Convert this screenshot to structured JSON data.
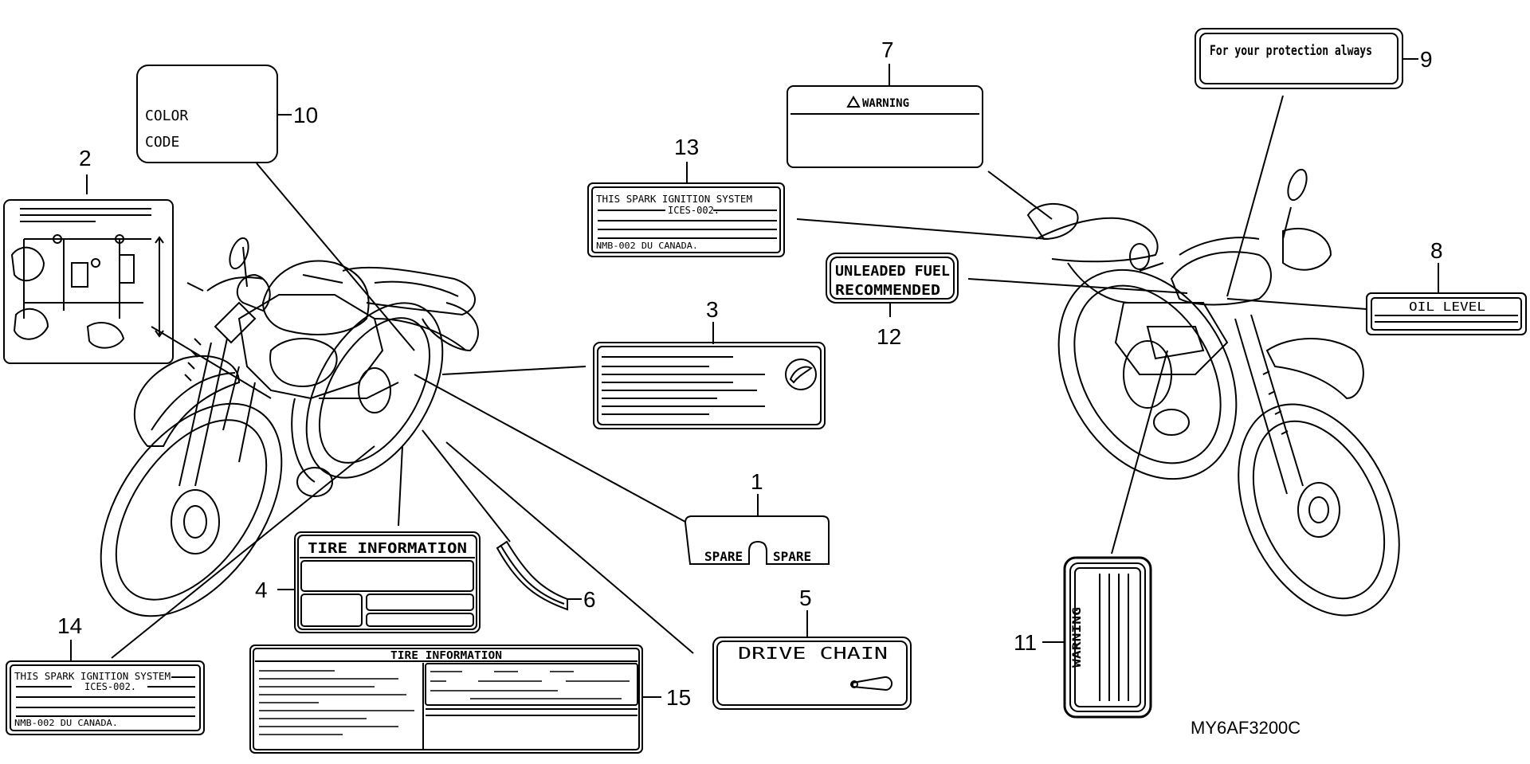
{
  "diagram_code": "MY6AF3200C",
  "callouts": {
    "n1": "1",
    "n2": "2",
    "n3": "3",
    "n4": "4",
    "n5": "5",
    "n6": "6",
    "n7": "7",
    "n8": "8",
    "n9": "9",
    "n10": "10",
    "n11": "11",
    "n12": "12",
    "n13": "13",
    "n14": "14",
    "n15": "15"
  },
  "labels": {
    "color_code_line1": "COLOR",
    "color_code_line2": "CODE",
    "warning_header": "WARNING",
    "protection": "For your protection always",
    "spark_line1": "THIS SPARK IGNITION SYSTEM",
    "spark_line2": "ICES-002.",
    "spark_line3": "NMB-002 DU CANADA.",
    "unleaded_line1": "UNLEADED FUEL",
    "unleaded_line2": "RECOMMENDED",
    "oil_level": "OIL LEVEL",
    "spare_left": "SPARE",
    "spare_right": "SPARE",
    "tire_info": "TIRE INFORMATION",
    "tire_info_wide": "TIRE INFORMATION",
    "drive_chain": "DRIVE CHAIN",
    "warning_vertical": "WARNING"
  }
}
